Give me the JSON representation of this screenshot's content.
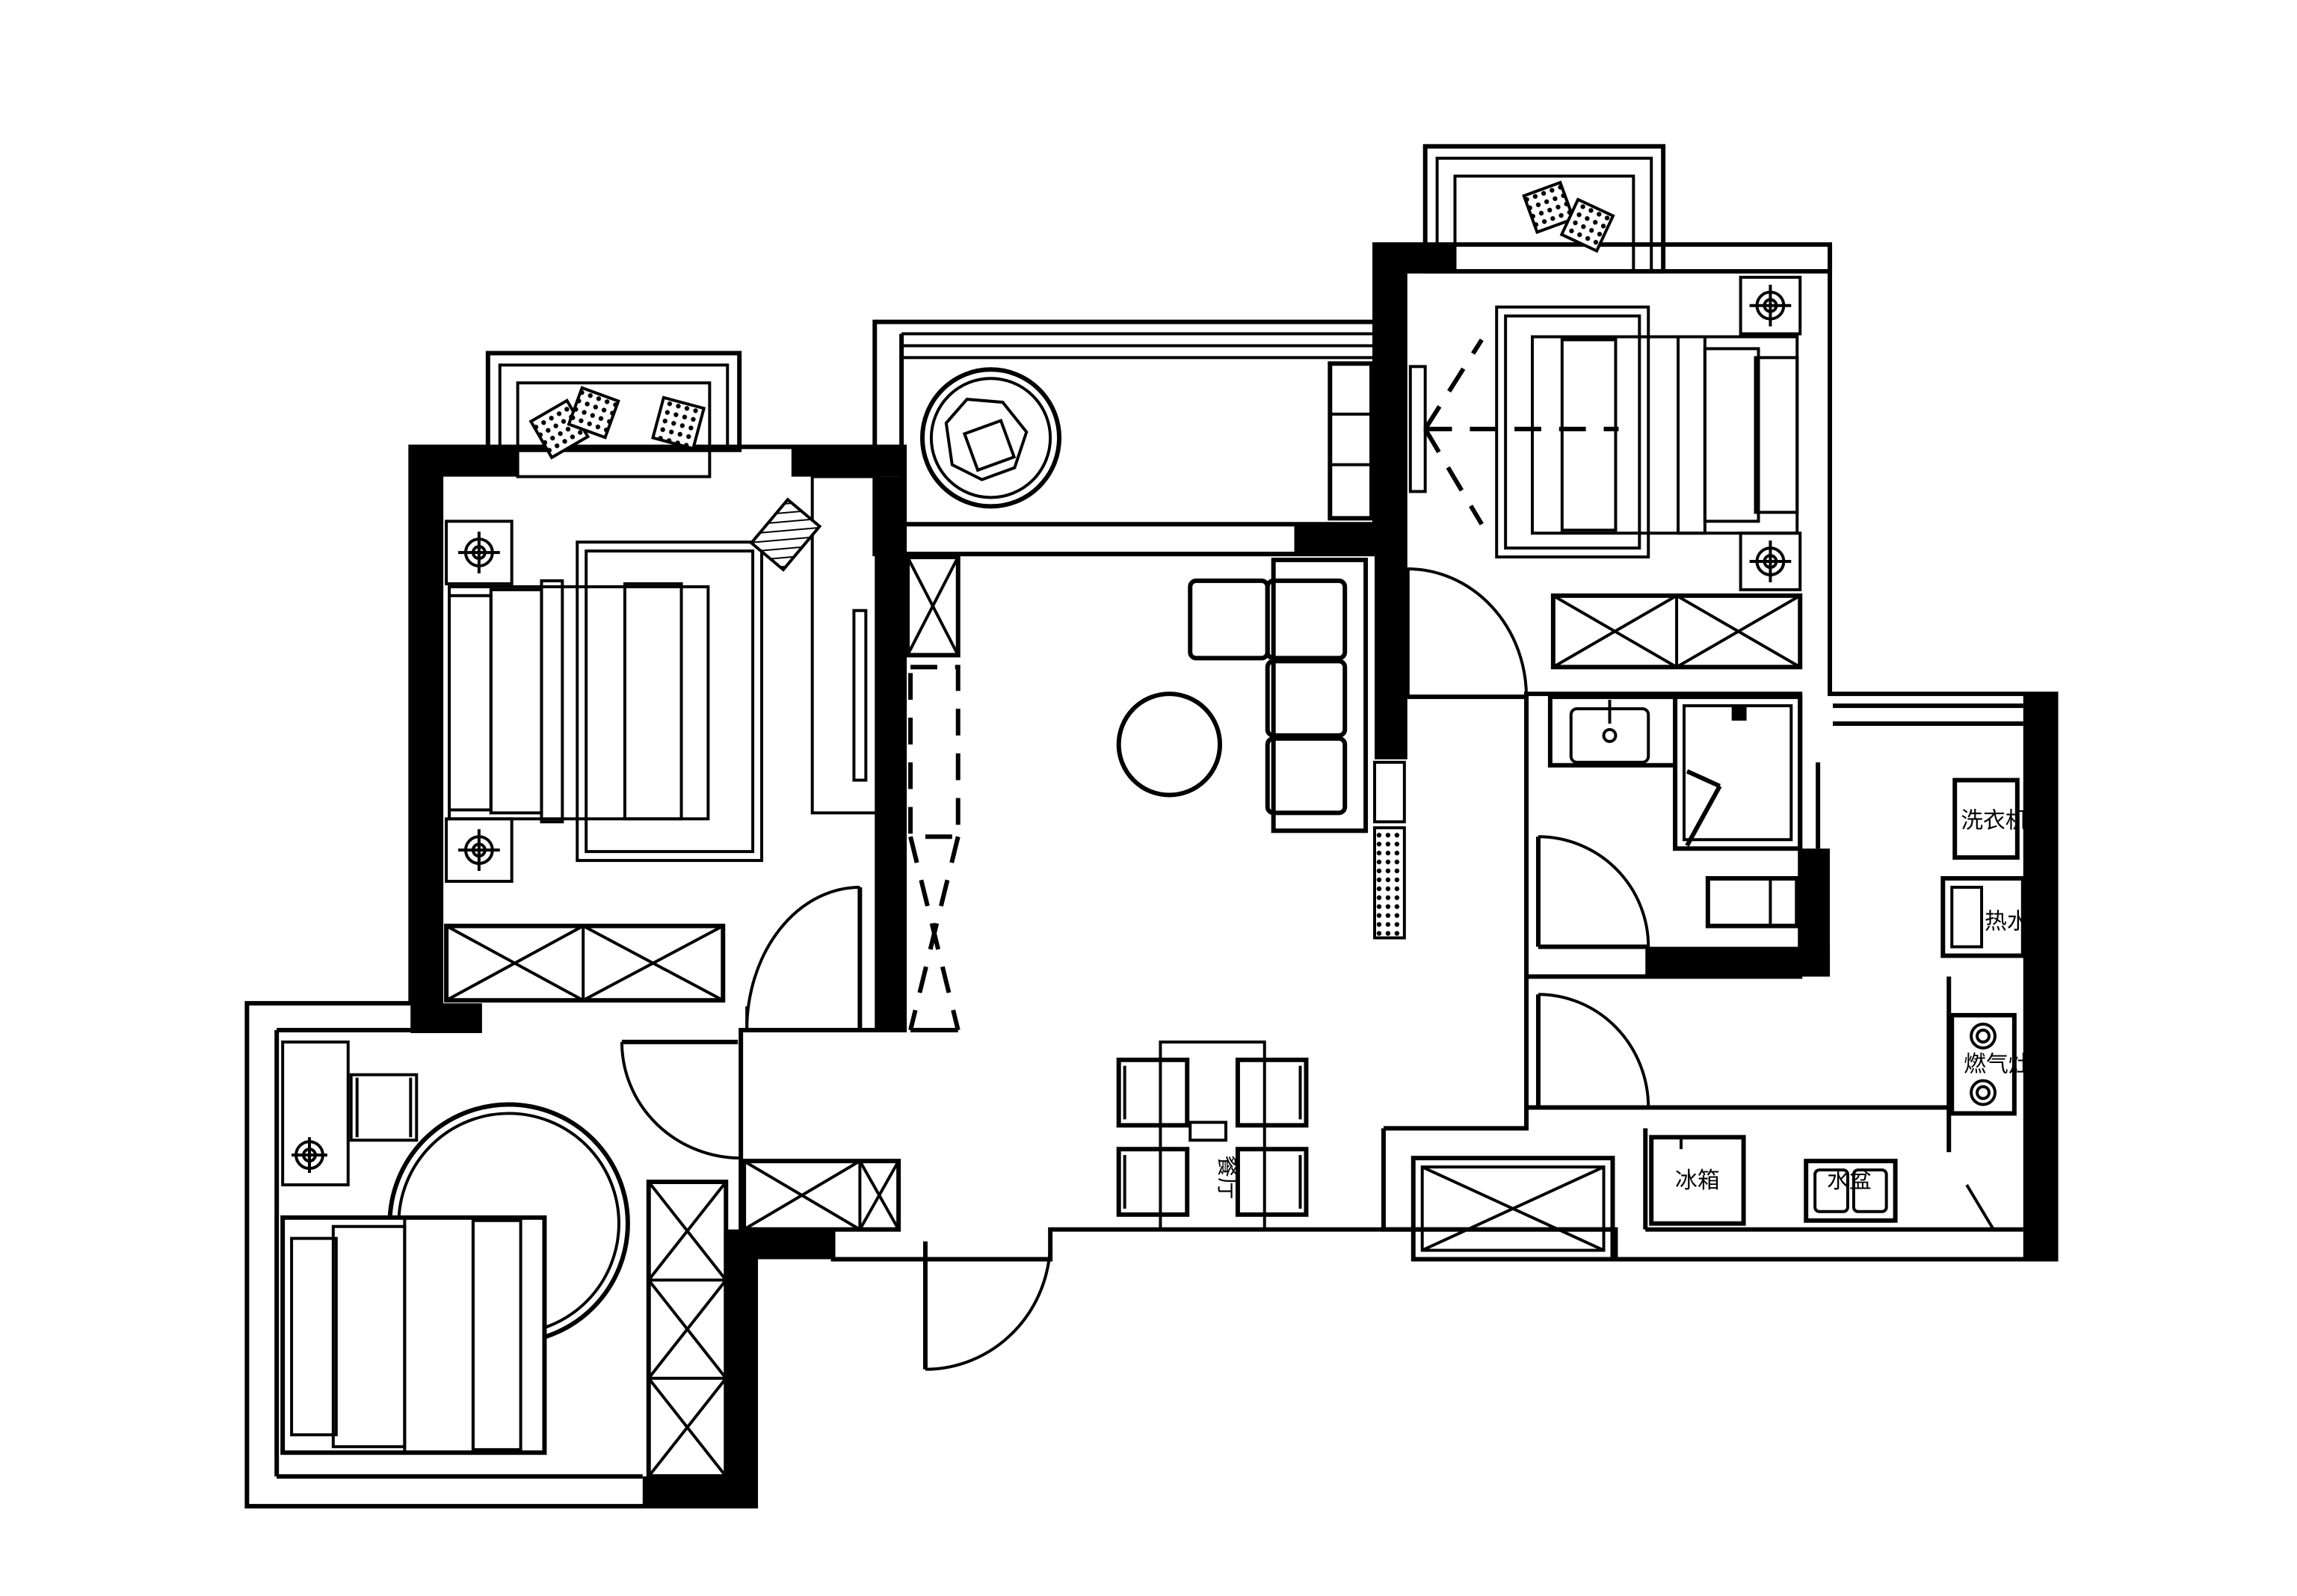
{
  "plan": {
    "labels": {
      "dining": "餐厅",
      "washer": "洗衣机",
      "fridge": "冰箱",
      "heater": "热水器",
      "wall_oven": "燃气灶",
      "sink_basin": "水盆"
    }
  }
}
